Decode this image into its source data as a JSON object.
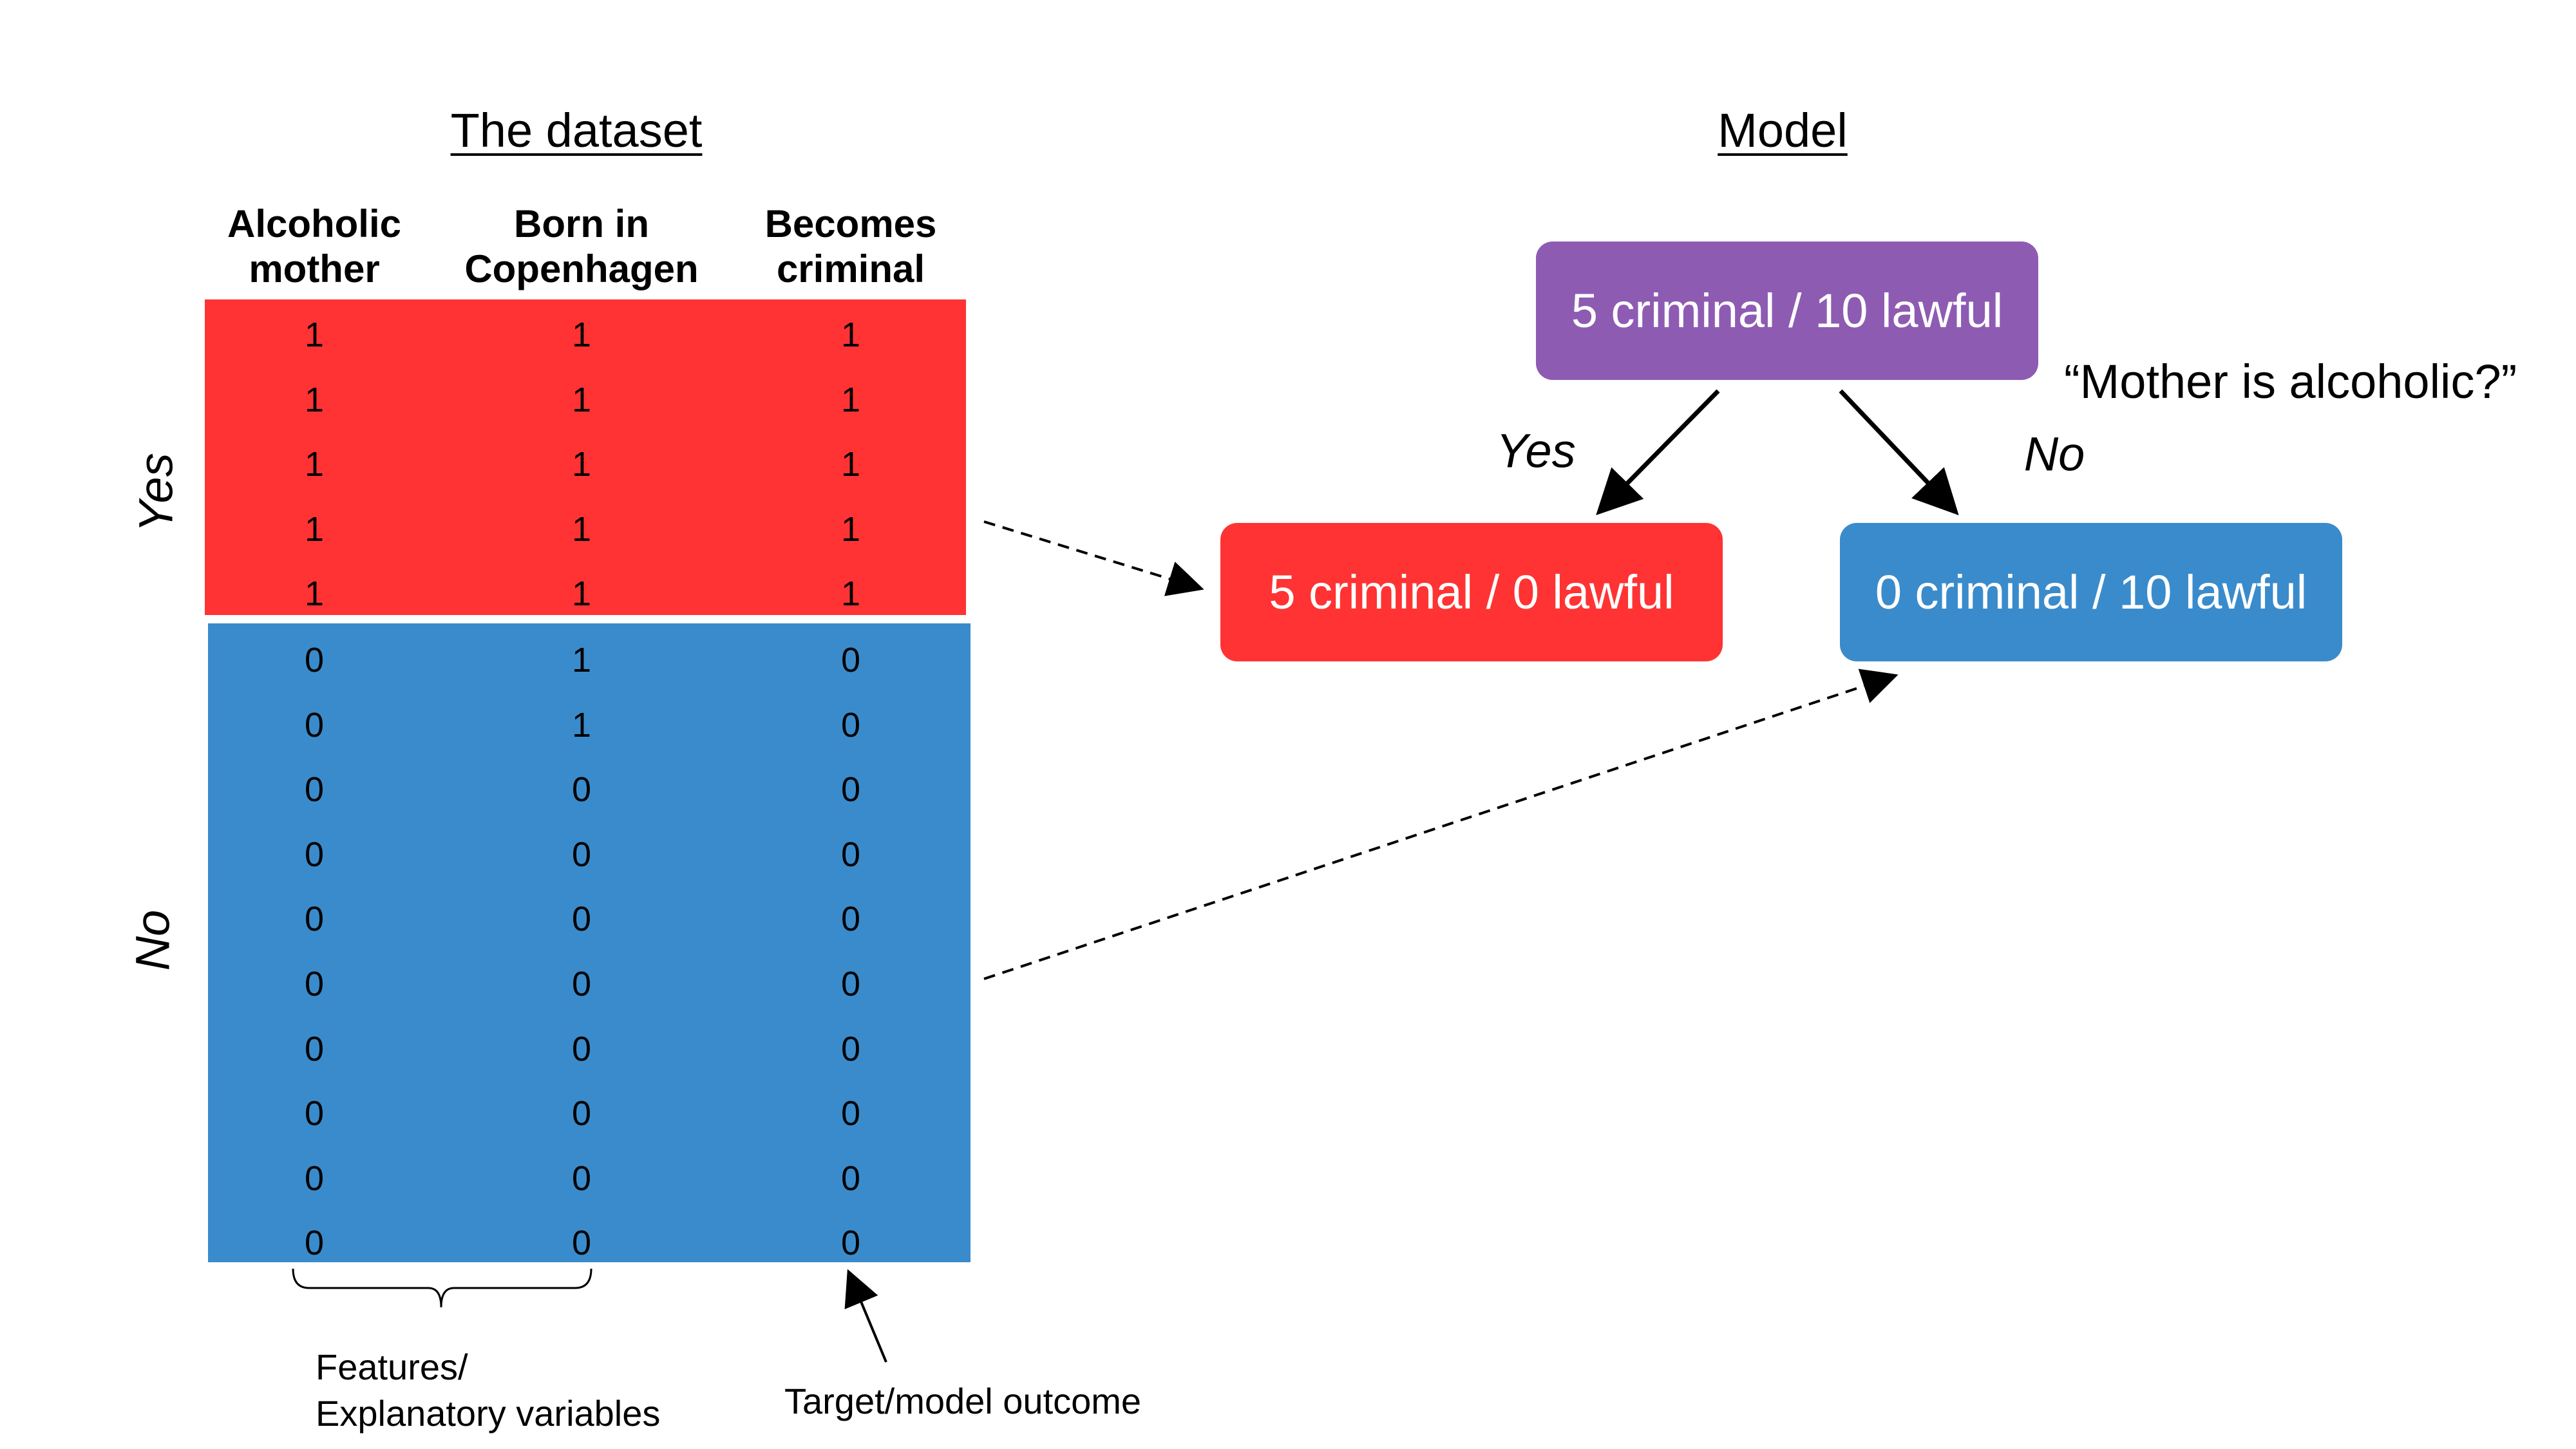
{
  "colors": {
    "yes_block": "#ff3333",
    "no_block": "#3a8bcb",
    "root_node": "#8e5bb3"
  },
  "dataset": {
    "title": "The dataset",
    "columns": [
      {
        "line1": "Alcoholic",
        "line2": "mother"
      },
      {
        "line1": "Born in",
        "line2": "Copenhagen"
      },
      {
        "line1": "Becomes",
        "line2": "criminal"
      }
    ],
    "yes_label": "Yes",
    "no_label": "No",
    "yes_rows": [
      [
        "1",
        "1",
        "1"
      ],
      [
        "1",
        "1",
        "1"
      ],
      [
        "1",
        "1",
        "1"
      ],
      [
        "1",
        "1",
        "1"
      ],
      [
        "1",
        "1",
        "1"
      ]
    ],
    "no_rows": [
      [
        "0",
        "1",
        "0"
      ],
      [
        "0",
        "1",
        "0"
      ],
      [
        "0",
        "0",
        "0"
      ],
      [
        "0",
        "0",
        "0"
      ],
      [
        "0",
        "0",
        "0"
      ],
      [
        "0",
        "0",
        "0"
      ],
      [
        "0",
        "0",
        "0"
      ],
      [
        "0",
        "0",
        "0"
      ],
      [
        "0",
        "0",
        "0"
      ],
      [
        "0",
        "0",
        "0"
      ]
    ],
    "features_note": {
      "line1": "Features/",
      "line2": "Explanatory variables"
    },
    "target_note": "Target/model outcome"
  },
  "model": {
    "title": "Model",
    "root": "5 criminal / 10 lawful",
    "question": "“Mother is alcoholic?”",
    "yes_edge": "Yes",
    "no_edge": "No",
    "left_leaf": "5 criminal / 0 lawful",
    "right_leaf": "0 criminal / 10 lawful"
  }
}
